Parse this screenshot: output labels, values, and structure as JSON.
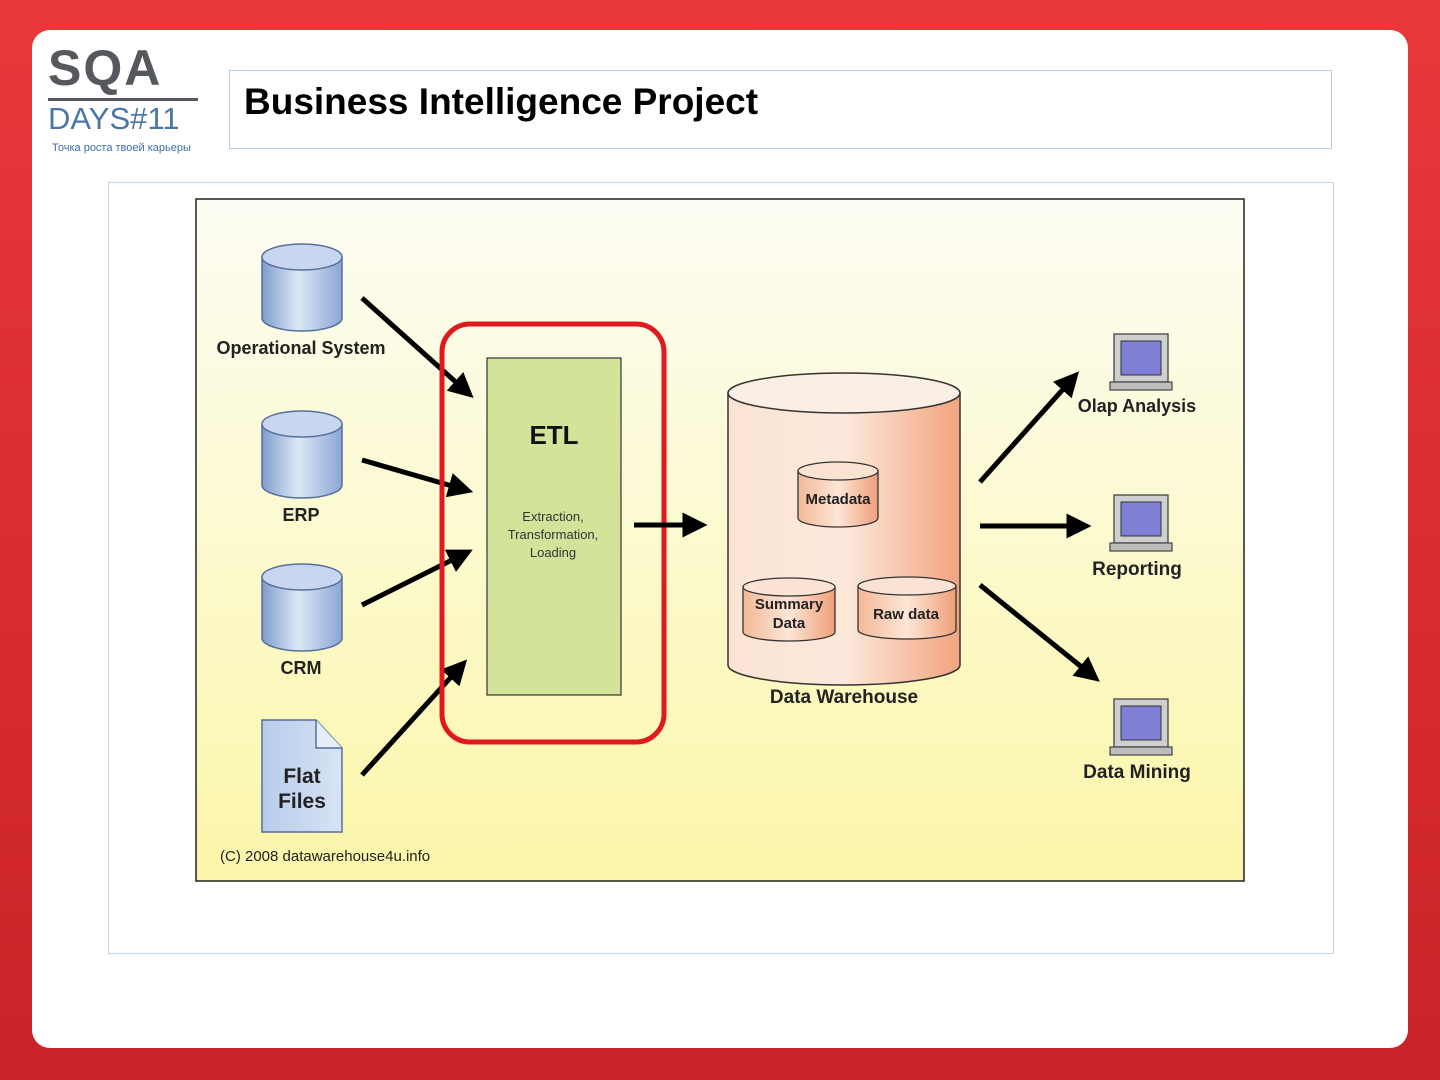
{
  "logo": {
    "brand": "SQA",
    "edition": "DAYS#11",
    "tagline": "Точка роста твоей карьеры"
  },
  "slide": {
    "title": "Business Intelligence Project"
  },
  "diagram": {
    "sources": [
      "Operational System",
      "ERP",
      "CRM"
    ],
    "flat_files": [
      "Flat",
      "Files"
    ],
    "etl": {
      "title": "ETL",
      "desc": [
        "Extraction,",
        "Transformation,",
        "Loading"
      ]
    },
    "warehouse": {
      "label": "Data Warehouse",
      "metadata": "Metadata",
      "summary": [
        "Summary",
        "Data"
      ],
      "raw": "Raw data"
    },
    "outputs": [
      "Olap Analysis",
      "Reporting",
      "Data Mining"
    ],
    "copyright": "(C) 2008 datawarehouse4u.info",
    "colors": {
      "etl_fill": "#d3e39a",
      "highlight": "#e0191e",
      "db_blue": "#9fb8df",
      "warehouse_fill": "#f6c7ab"
    }
  }
}
